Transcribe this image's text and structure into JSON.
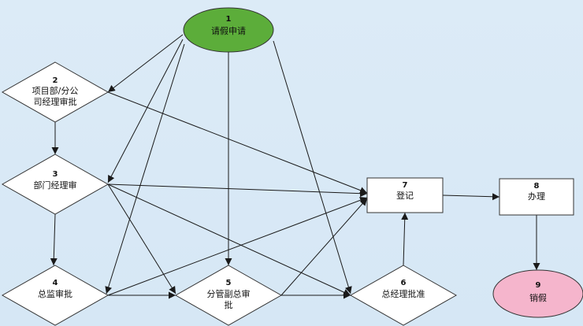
{
  "nodes": {
    "n1": {
      "num": "1",
      "label": "请假申请",
      "shape": "ellipse",
      "fill": "#5cad3a"
    },
    "n2": {
      "num": "2",
      "label1": "项目部/分公",
      "label2": "司经理审批",
      "shape": "diamond",
      "fill": "#ffffff"
    },
    "n3": {
      "num": "3",
      "label": "部门经理审",
      "shape": "diamond",
      "fill": "#ffffff"
    },
    "n4": {
      "num": "4",
      "label": "总监审批",
      "shape": "diamond",
      "fill": "#ffffff"
    },
    "n5": {
      "num": "5",
      "label1": "分管副总审",
      "label2": "批",
      "shape": "diamond",
      "fill": "#ffffff"
    },
    "n6": {
      "num": "6",
      "label": "总经理批准",
      "shape": "diamond",
      "fill": "#ffffff"
    },
    "n7": {
      "num": "7",
      "label": "登记",
      "shape": "rect",
      "fill": "#ffffff"
    },
    "n8": {
      "num": "8",
      "label": "办理",
      "shape": "rect",
      "fill": "#ffffff"
    },
    "n9": {
      "num": "9",
      "label": "销假",
      "shape": "ellipse",
      "fill": "#f5b5cc"
    }
  },
  "edges": [
    {
      "from": "n1",
      "to": "n2"
    },
    {
      "from": "n1",
      "to": "n3"
    },
    {
      "from": "n1",
      "to": "n4"
    },
    {
      "from": "n1",
      "to": "n5"
    },
    {
      "from": "n1",
      "to": "n6"
    },
    {
      "from": "n2",
      "to": "n3"
    },
    {
      "from": "n2",
      "to": "n7"
    },
    {
      "from": "n3",
      "to": "n4"
    },
    {
      "from": "n3",
      "to": "n5"
    },
    {
      "from": "n3",
      "to": "n6"
    },
    {
      "from": "n3",
      "to": "n7"
    },
    {
      "from": "n4",
      "to": "n5"
    },
    {
      "from": "n4",
      "to": "n7"
    },
    {
      "from": "n5",
      "to": "n6"
    },
    {
      "from": "n5",
      "to": "n7"
    },
    {
      "from": "n6",
      "to": "n7"
    },
    {
      "from": "n7",
      "to": "n8"
    },
    {
      "from": "n8",
      "to": "n9"
    }
  ]
}
